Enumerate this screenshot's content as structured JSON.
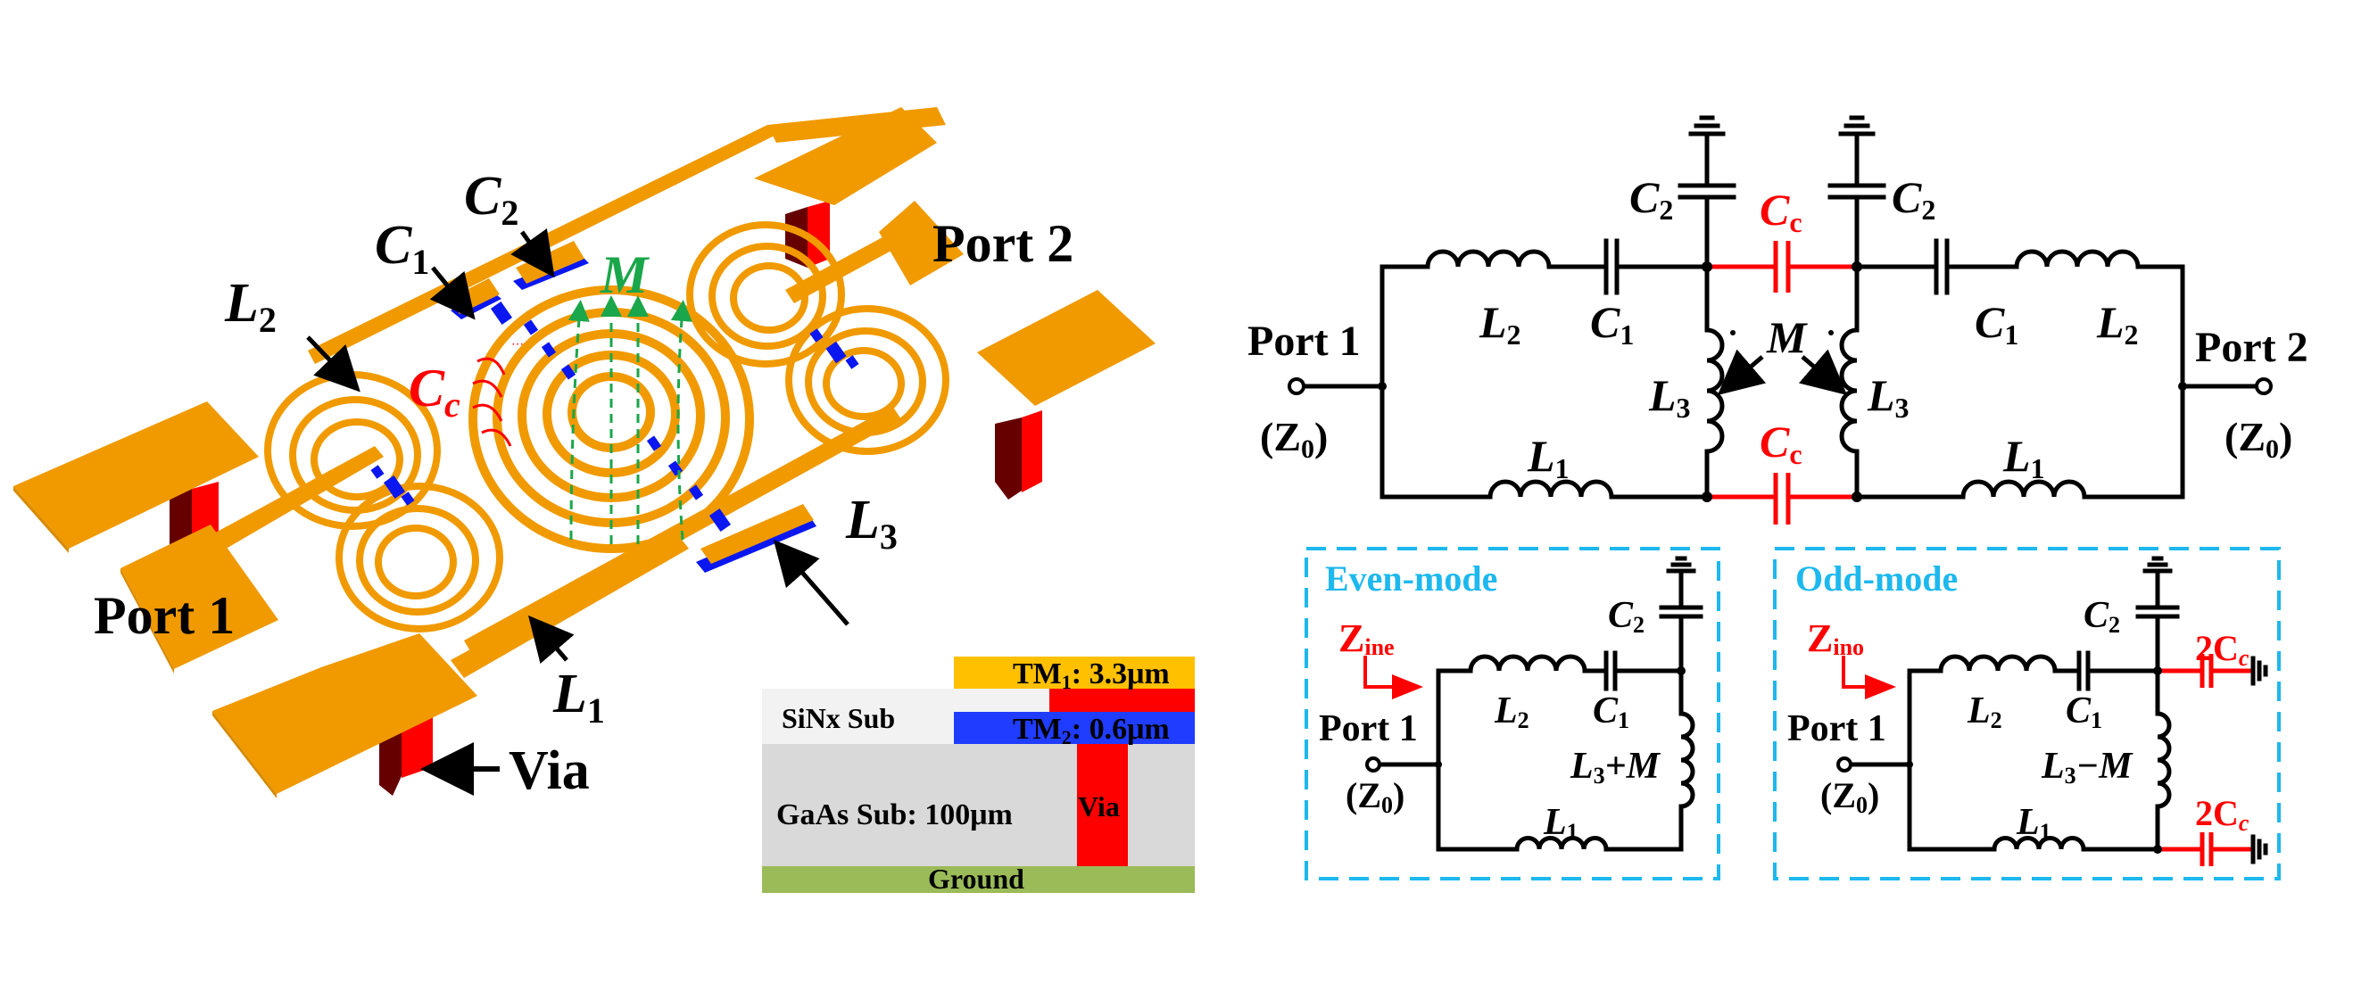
{
  "figure": {
    "layout_3d": {
      "labels": {
        "C1": {
          "main": "C",
          "sub": "1"
        },
        "C2": {
          "main": "C",
          "sub": "2"
        },
        "L2": {
          "main": "L",
          "sub": "2"
        },
        "L3": {
          "main": "L",
          "sub": "3"
        },
        "L1": {
          "main": "L",
          "sub": "1"
        },
        "Cc": {
          "main": "C",
          "sub": "c"
        },
        "M": "M",
        "port1": "Port 1",
        "port2": "Port 2",
        "via": "Via"
      }
    },
    "stackup": {
      "tm1": {
        "main": "TM",
        "sub": "1",
        "rest": ": 3.3μm"
      },
      "tm2": {
        "main": "TM",
        "sub": "2",
        "rest": ": 0.6μm"
      },
      "sinx": "SiNx Sub",
      "gaas": "GaAs Sub: 100μm",
      "via": "Via",
      "ground": "Ground",
      "colors": {
        "tm1": "#ffc000",
        "tm2": "#1f3cff",
        "via": "#ff0000",
        "sinx": "#f2f2f2",
        "gaas": "#d9d9d9",
        "ground": "#9bbb59"
      }
    },
    "full_circuit": {
      "port1": "Port 1",
      "port2": "Port 2",
      "z0": {
        "main": "(Z",
        "sub": "0",
        "end": ")"
      },
      "L1": {
        "main": "L",
        "sub": "1"
      },
      "L2": {
        "main": "L",
        "sub": "2"
      },
      "L3": {
        "main": "L",
        "sub": "3"
      },
      "C1": {
        "main": "C",
        "sub": "1"
      },
      "C2": {
        "main": "C",
        "sub": "2"
      },
      "Cc": {
        "main": "C",
        "sub": "c"
      },
      "M": "M"
    },
    "even_mode": {
      "title": "Even-mode",
      "zin": {
        "main": "Z",
        "sub": "ine"
      },
      "port": "Port 1",
      "z0": {
        "main": "(Z",
        "sub": "0",
        "end": ")"
      },
      "L2": {
        "main": "L",
        "sub": "2"
      },
      "C1": {
        "main": "C",
        "sub": "1"
      },
      "C2": {
        "main": "C",
        "sub": "2"
      },
      "L1": {
        "main": "L",
        "sub": "1"
      },
      "L3M": {
        "main": "L",
        "sub": "3",
        "rest": "+M"
      }
    },
    "odd_mode": {
      "title": "Odd-mode",
      "zin": {
        "main": "Z",
        "sub": "ino"
      },
      "port": "Port 1",
      "z0": {
        "main": "(Z",
        "sub": "0",
        "end": ")"
      },
      "L2": {
        "main": "L",
        "sub": "2"
      },
      "C1": {
        "main": "C",
        "sub": "1"
      },
      "C2": {
        "main": "C",
        "sub": "2"
      },
      "L1": {
        "main": "L",
        "sub": "1"
      },
      "L3M": {
        "main": "L",
        "sub": "3",
        "rest": "−M"
      },
      "twoCc": {
        "pre": "2C",
        "sub": "c"
      }
    },
    "colors": {
      "coupling": "#ff0000",
      "mutual": "#1aa64a",
      "mode_box": "#1db8ee",
      "metal": "#f09a00",
      "bridge": "#0a17f0"
    }
  }
}
